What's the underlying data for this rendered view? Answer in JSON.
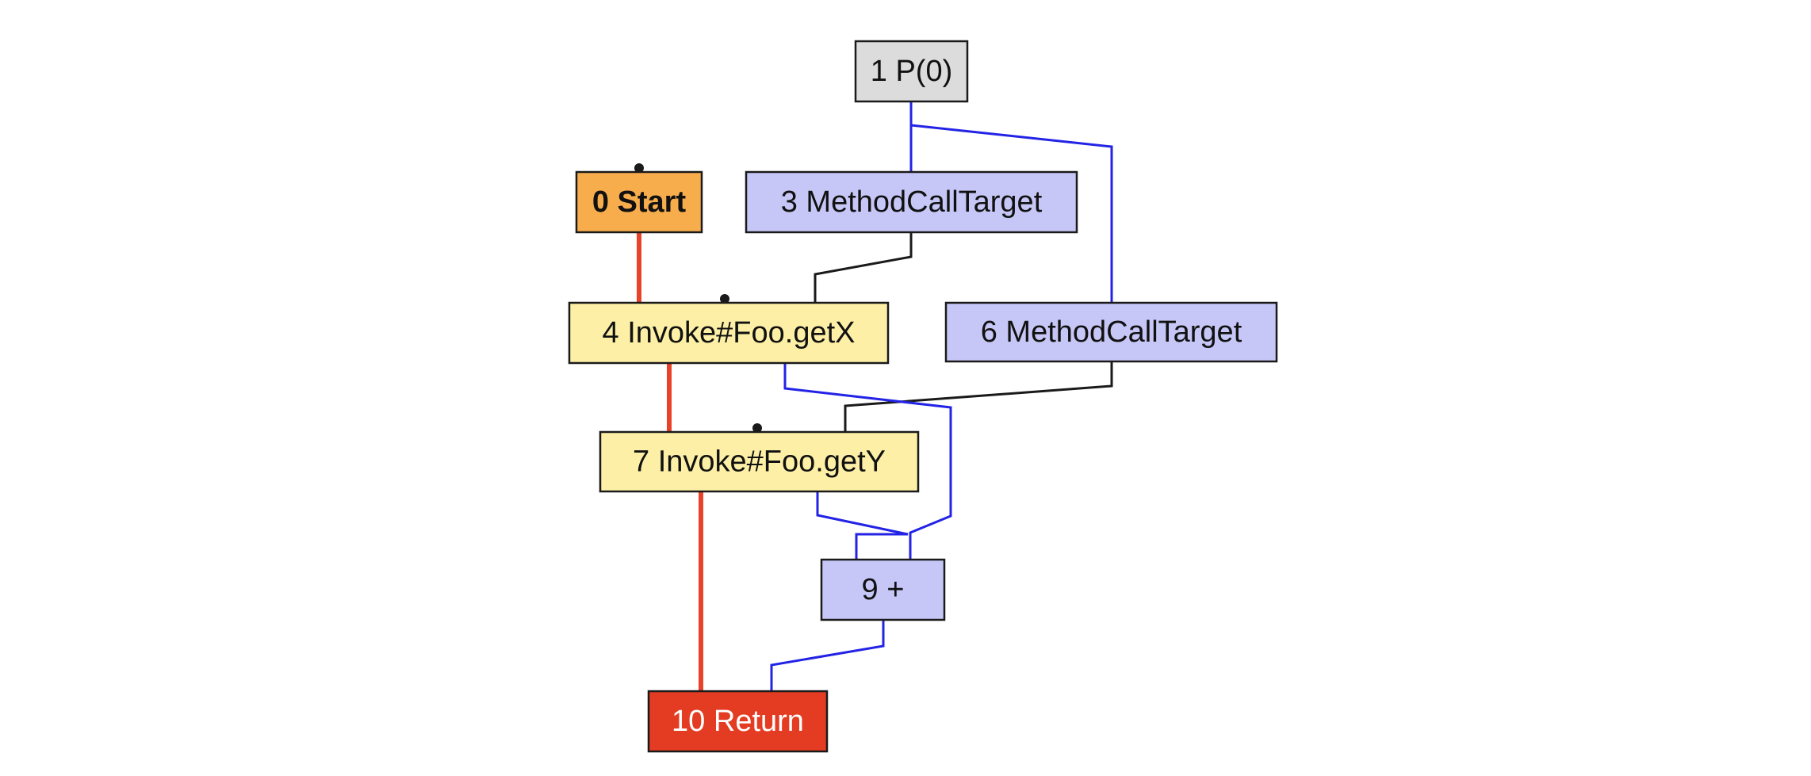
{
  "diagram": {
    "title": "",
    "colors": {
      "control_flow_edge": "#e8432a",
      "data_flow_edge": "#2323e6",
      "association_edge": "#1a1a1a",
      "start_fill": "#f8ad4d",
      "invoke_fill": "#fdf0a6",
      "float_fill": "#c7c7f7",
      "parameter_fill": "#dcdcdc",
      "return_fill": "#e43c22",
      "node_border": "#1a1a1a"
    },
    "nodes": {
      "n1": {
        "label": "1 P(0)",
        "kind": "parameter"
      },
      "n0": {
        "label": "0 Start",
        "kind": "start"
      },
      "n3": {
        "label": "3 MethodCallTarget",
        "kind": "float"
      },
      "n4": {
        "label": "4 Invoke#Foo.getX",
        "kind": "invoke"
      },
      "n6": {
        "label": "6 MethodCallTarget",
        "kind": "float"
      },
      "n7": {
        "label": "7 Invoke#Foo.getY",
        "kind": "invoke"
      },
      "n9": {
        "label": "9 +",
        "kind": "float"
      },
      "n10": {
        "label": "10 Return",
        "kind": "return"
      }
    },
    "edges": [
      {
        "from": "n0",
        "to": "n4",
        "type": "control"
      },
      {
        "from": "n4",
        "to": "n7",
        "type": "control"
      },
      {
        "from": "n7",
        "to": "n10",
        "type": "control"
      },
      {
        "from": "n1",
        "to": "n3",
        "type": "data"
      },
      {
        "from": "n1",
        "to": "n6",
        "type": "data"
      },
      {
        "from": "n3",
        "to": "n4",
        "type": "association"
      },
      {
        "from": "n6",
        "to": "n7",
        "type": "association"
      },
      {
        "from": "n4",
        "to": "n9",
        "type": "data"
      },
      {
        "from": "n7",
        "to": "n9",
        "type": "data"
      },
      {
        "from": "n9",
        "to": "n10",
        "type": "data"
      }
    ]
  }
}
